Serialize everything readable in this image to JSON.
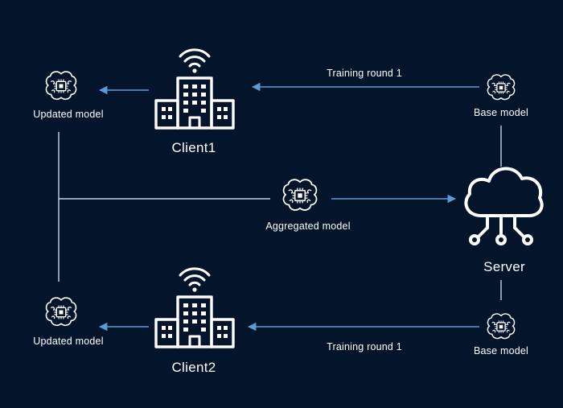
{
  "diagram": {
    "training_top": "Training round 1",
    "training_bottom": "Training round 1",
    "client1": "Client1",
    "client2": "Client2",
    "server": "Server",
    "aggregated": "Aggregated  model",
    "updated_top": "Updated  model",
    "updated_bottom": "Updated  model",
    "base_top": "Base model",
    "base_bottom": "Base model"
  },
  "colors": {
    "background": "#04152b",
    "arrow": "#5c9bd6",
    "line": "#c7d2e0",
    "icon": "#ffffff"
  }
}
